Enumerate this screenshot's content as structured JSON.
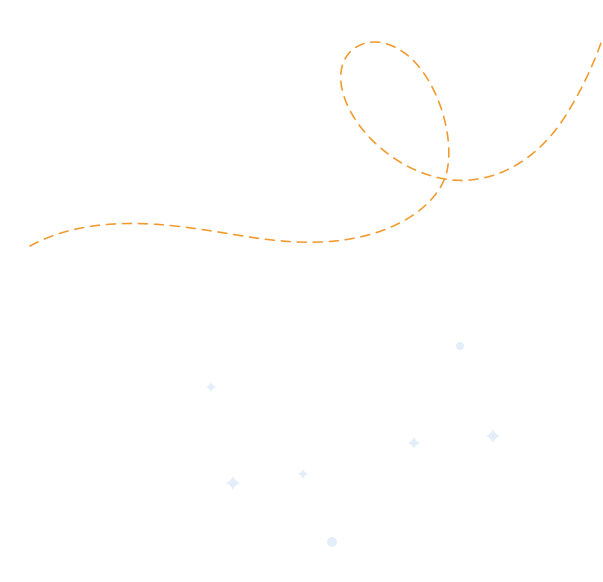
{
  "colors": {
    "background": "#ffffff",
    "dashed_path": "#f09a2e",
    "sparkle": "#e4eef9",
    "dot": "#e4eef9"
  },
  "decorations": {
    "dashed_path_icon": "dashed-loop-curve",
    "sparkle_icon": "four-point-sparkle",
    "dot_icon": "circle-dot"
  }
}
